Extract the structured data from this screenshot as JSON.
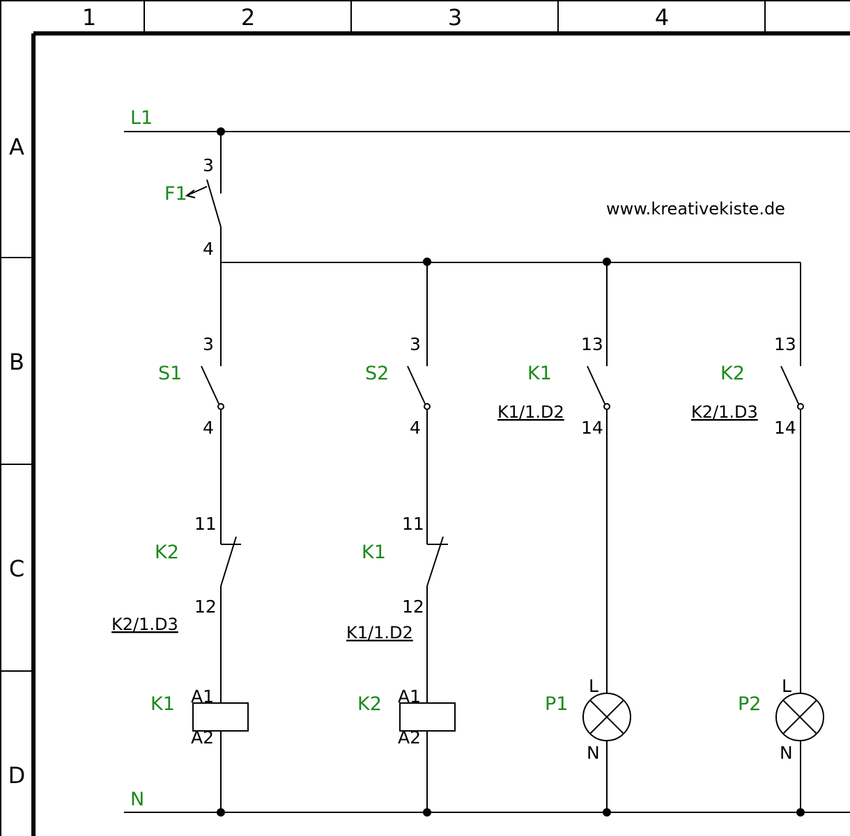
{
  "frame": {
    "columns": [
      "1",
      "2",
      "3",
      "4"
    ],
    "rows": [
      "A",
      "B",
      "C",
      "D"
    ]
  },
  "website": "www.kreativekiste.de",
  "rails": {
    "top": "L1",
    "bottom": "N"
  },
  "fuse": {
    "name": "F1",
    "top_terminal": "3",
    "bottom_terminal": "4"
  },
  "branches": [
    {
      "id": "b1",
      "switch": {
        "name": "S1",
        "top": "3",
        "bottom": "4"
      },
      "interlock": {
        "name": "K2",
        "top": "11",
        "bottom": "12",
        "ref": "K2/1.D3"
      },
      "coil": {
        "name": "K1",
        "a1": "A1",
        "a2": "A2"
      }
    },
    {
      "id": "b2",
      "switch": {
        "name": "S2",
        "top": "3",
        "bottom": "4"
      },
      "interlock": {
        "name": "K1",
        "top": "11",
        "bottom": "12",
        "ref": "K1/1.D2"
      },
      "coil": {
        "name": "K2",
        "a1": "A1",
        "a2": "A2"
      }
    },
    {
      "id": "b3",
      "contact": {
        "name": "K1",
        "top": "13",
        "bottom": "14",
        "ref": "K1/1.D2"
      },
      "lamp": {
        "name": "P1",
        "l": "L",
        "n": "N"
      }
    },
    {
      "id": "b4",
      "contact": {
        "name": "K2",
        "top": "13",
        "bottom": "14",
        "ref": "K2/1.D3"
      },
      "lamp": {
        "name": "P2",
        "l": "L",
        "n": "N"
      }
    }
  ]
}
